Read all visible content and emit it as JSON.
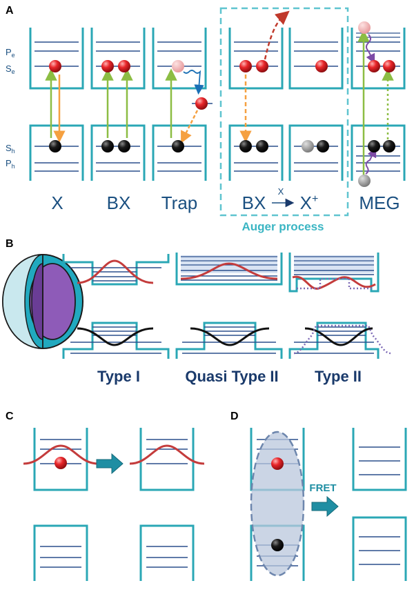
{
  "panels": {
    "a": "A",
    "b": "B",
    "c": "C",
    "d": "D"
  },
  "panel_a": {
    "level_labels": {
      "pe": "P",
      "pe_sub": "e",
      "se": "S",
      "se_sub": "e",
      "sh": "S",
      "sh_sub": "h",
      "ph": "P",
      "ph_sub": "h"
    },
    "labels": {
      "x": "X",
      "bx": "BX",
      "trap": "Trap",
      "bx2": "BX",
      "arrow_x": "X",
      "x_plus": "X",
      "plus": "+",
      "meg": "MEG"
    },
    "auger": "Auger process"
  },
  "panel_b": {
    "type1": "Type I",
    "quasi": "Quasi Type II",
    "type2": "Type II"
  },
  "panel_d": {
    "fret": "FRET"
  },
  "colors": {
    "teal": "#2aa7b5",
    "level": "#2a4f8c",
    "green": "#8cbd43",
    "orange": "#f5a040",
    "red_arrow": "#c0392b",
    "purple": "#7d4ba6",
    "electron": "#e0282b",
    "hole": "#111111"
  }
}
